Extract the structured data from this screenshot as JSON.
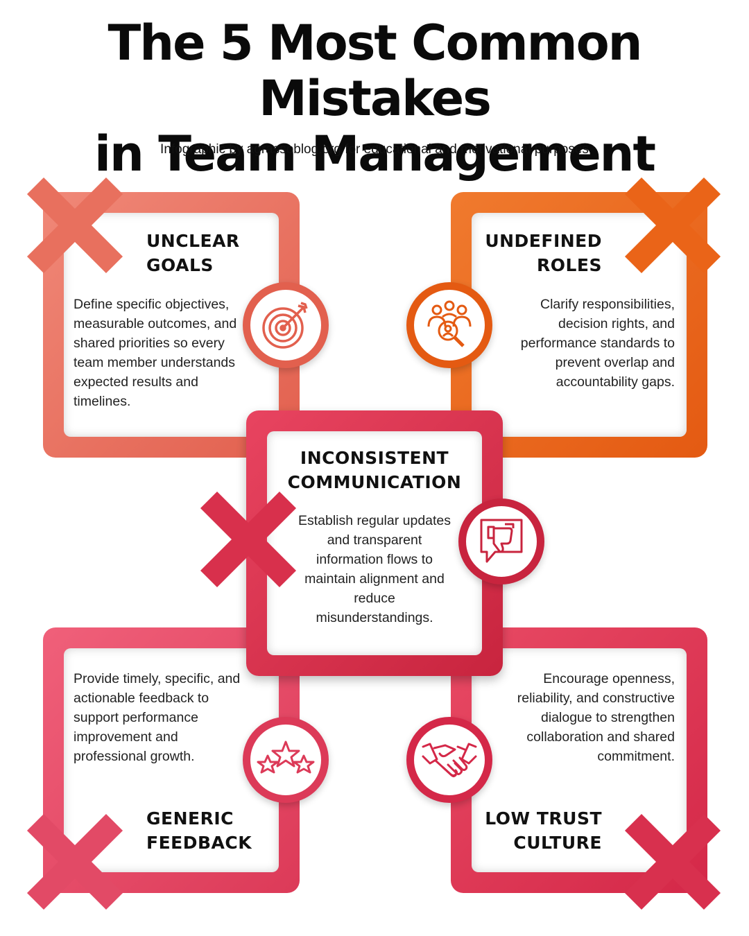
{
  "title": {
    "line1": "The 5 Most Common Mistakes",
    "line2": "in Team Management"
  },
  "subtitle": "Infographic by agrassoblog.org for educational and motivational purposes",
  "colors": {
    "coral": "#e8705e",
    "orange": "#ea6418",
    "crimson": "#d8304c",
    "pink": "#e24a66",
    "rose": "#d8304e"
  },
  "mistakes": [
    {
      "heading_line1": "UNCLEAR",
      "heading_line2": "GOALS",
      "text": "Define specific objectives, measurable outcomes, and shared priorities so every team member understands expected results and timelines.",
      "icon": "target-icon"
    },
    {
      "heading_line1": "UNDEFINED",
      "heading_line2": "ROLES",
      "text": "Clarify responsibilities, decision rights, and performance standards to prevent overlap and accountability gaps.",
      "icon": "team-search-icon"
    },
    {
      "heading_line1": "INCONSISTENT",
      "heading_line2": "COMMUNICATION",
      "text": "Establish regular updates and transparent information flows to maintain alignment and reduce misunderstandings.",
      "icon": "thumbs-down-chat-icon"
    },
    {
      "heading_line1": "GENERIC",
      "heading_line2": "FEEDBACK",
      "text": "Provide timely, specific, and actionable feedback to support performance improvement and professional growth.",
      "icon": "stars-icon"
    },
    {
      "heading_line1": "LOW TRUST",
      "heading_line2": "CULTURE",
      "text": "Encourage openness, reliability, and constructive dialogue to strengthen collaboration and shared commitment.",
      "icon": "handshake-icon"
    }
  ]
}
